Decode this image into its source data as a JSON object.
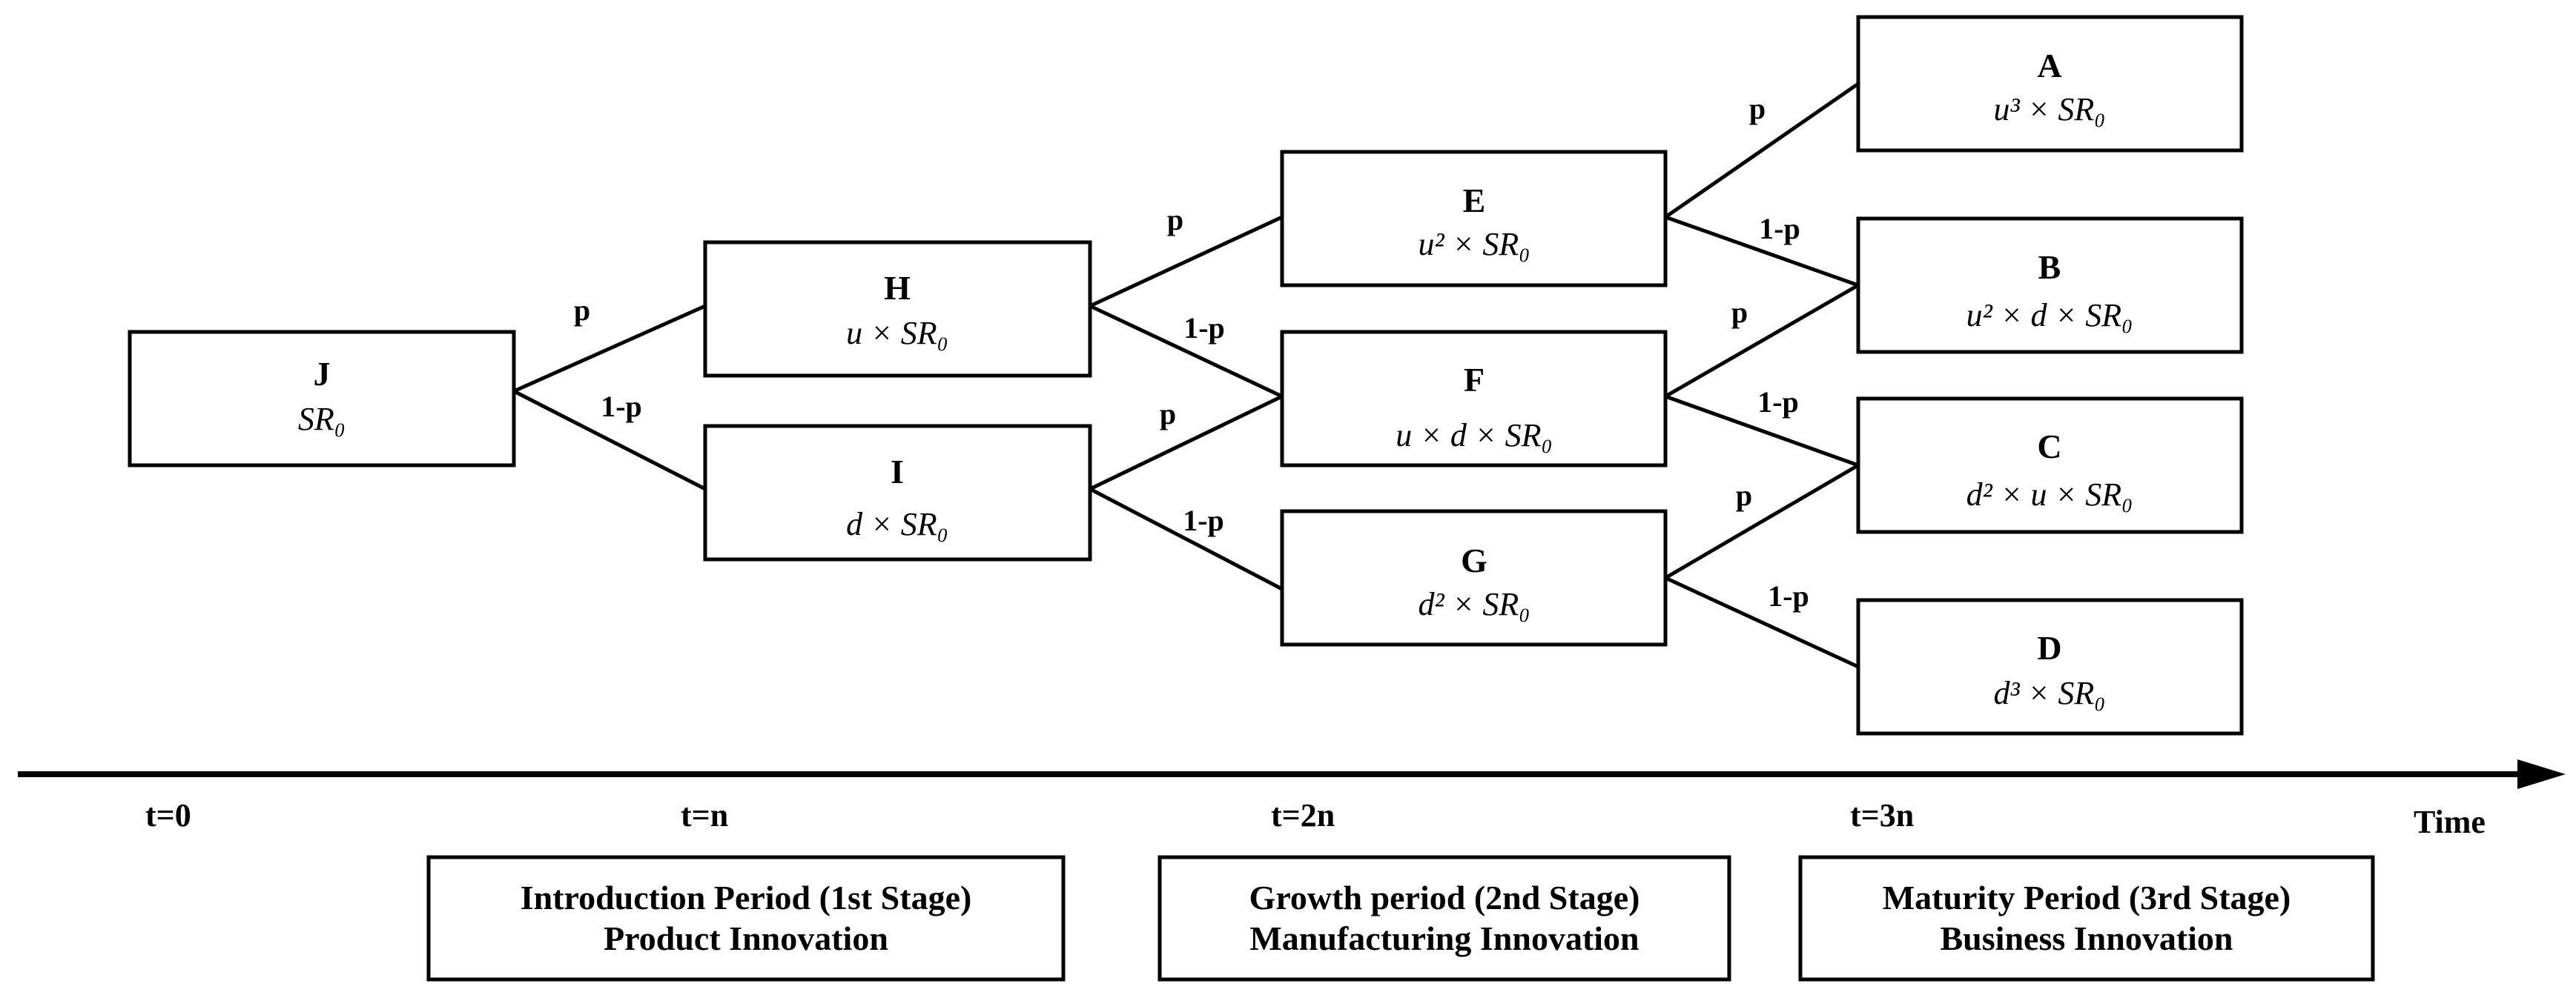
{
  "nodes": [
    {
      "id": "J",
      "label": "J",
      "formula": "SR₀"
    },
    {
      "id": "H",
      "label": "H",
      "formula": "u × SR₀"
    },
    {
      "id": "I",
      "label": "I",
      "formula": "d × SR₀"
    },
    {
      "id": "E",
      "label": "E",
      "formula": "u² × SR₀"
    },
    {
      "id": "F",
      "label": "F",
      "formula": "u × d × SR₀"
    },
    {
      "id": "G",
      "label": "G",
      "formula": "d² × SR₀"
    },
    {
      "id": "A",
      "label": "A",
      "formula": "u³ × SR₀"
    },
    {
      "id": "B",
      "label": "B",
      "formula": "u² × d × SR₀"
    },
    {
      "id": "C",
      "label": "C",
      "formula": "d² × u × SR₀"
    },
    {
      "id": "D",
      "label": "D",
      "formula": "d³ × SR₀"
    }
  ],
  "edges": [
    {
      "from": "J",
      "to": "H",
      "prob": "p"
    },
    {
      "from": "J",
      "to": "I",
      "prob": "1-p"
    },
    {
      "from": "H",
      "to": "E",
      "prob": "p"
    },
    {
      "from": "H",
      "to": "F",
      "prob": "1-p"
    },
    {
      "from": "I",
      "to": "F",
      "prob": "p"
    },
    {
      "from": "I",
      "to": "G",
      "prob": "1-p"
    },
    {
      "from": "E",
      "to": "A",
      "prob": "p"
    },
    {
      "from": "E",
      "to": "B",
      "prob": "1-p"
    },
    {
      "from": "F",
      "to": "B",
      "prob": "p"
    },
    {
      "from": "F",
      "to": "C",
      "prob": "1-p"
    },
    {
      "from": "G",
      "to": "C",
      "prob": "p"
    },
    {
      "from": "G",
      "to": "D",
      "prob": "1-p"
    }
  ],
  "timeline": {
    "axis_label": "Time",
    "ticks": [
      "t=0",
      "t=n",
      "t=2n",
      "t=3n"
    ]
  },
  "stages": [
    {
      "line1": "Introduction Period (1st Stage)",
      "line2": "Product Innovation"
    },
    {
      "line1": "Growth period (2nd Stage)",
      "line2": "Manufacturing Innovation"
    },
    {
      "line1": "Maturity Period (3rd Stage)",
      "line2": "Business Innovation"
    }
  ]
}
